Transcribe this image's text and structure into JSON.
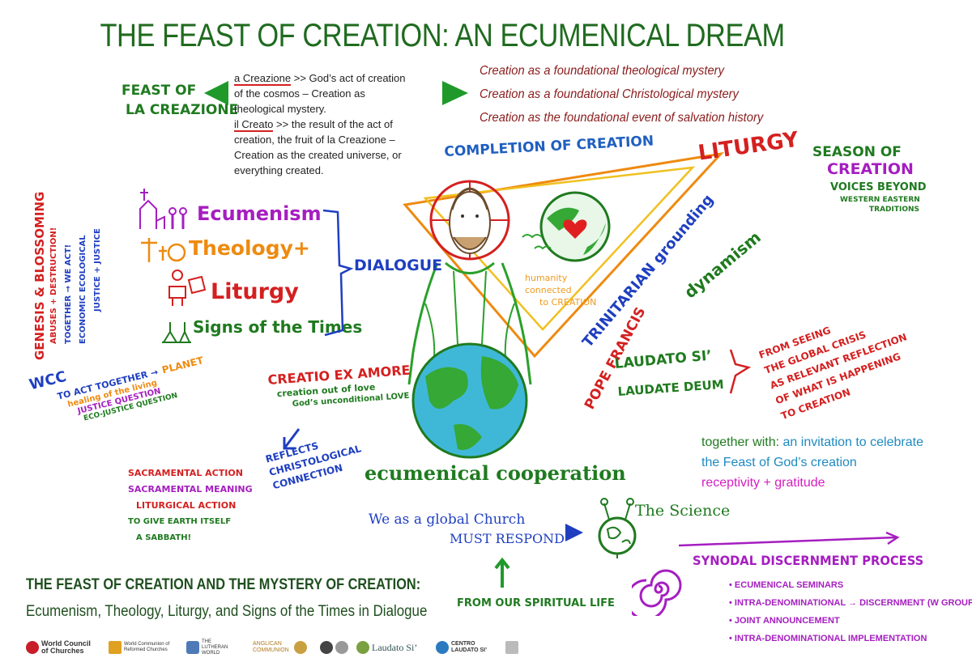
{
  "title": "THE FEAST OF CREATION: AN ECUMENICAL DREAM",
  "feast_of": [
    "FEAST OF",
    "LA CREAZIONE"
  ],
  "creazione": {
    "term1": "a Creazione",
    "line1": " >> God’s act of creation",
    "line2": "of the cosmos – Creation as",
    "line3": "theological mystery.",
    "term2": "il Creato",
    "line4": " >> the result of the act of",
    "line5": "creation, the fruit of la Creazione –",
    "line6": "Creation as the created universe, or",
    "line7": "everything created."
  },
  "mysteries": [
    "Creation as a foundational theological mystery",
    "Creation as a foundational Christological mystery",
    "Creation as the foundational event of salvation history"
  ],
  "completion": "COMPLETION OF CREATION",
  "liturgy_top": "LITURGY",
  "season": {
    "line1": "SEASON OF",
    "line2": "CREATION",
    "line3": "VOICES BEYOND",
    "line4": "WESTERN EASTERN",
    "line5": "TRADITIONS"
  },
  "vertical_left": {
    "a": "GENESIS & BLOSSOMING",
    "b": "ABUSES + DESTRUCTION!",
    "c": "TOGETHER → WE ACT!",
    "d": "ECONOMIC  ECOLOGICAL",
    "e": "JUSTICE + JUSTICE"
  },
  "pillars": [
    "Ecumenism",
    "Theology+",
    "Liturgy",
    "Signs of the Times"
  ],
  "dialogue": "DIALOGUE",
  "humanity": [
    "humanity",
    "connected",
    "to CREATION"
  ],
  "trinitarian": "TRINITARIAN grounding",
  "dynamism": "dynamism",
  "pope": "POPE FRANCIS",
  "laudato": [
    "LAUDATO SI’",
    "LAUDATE DEUM"
  ],
  "seeing": [
    "FROM SEEING",
    "THE GLOBAL CRISIS",
    "AS RELEVANT REFLECTION",
    "OF WHAT IS HAPPENING",
    "TO CREATION"
  ],
  "together": {
    "prefix": "together with:",
    "a": "an invitation to celebrate",
    "b": "the Feast of God’s creation",
    "c": "receptivity + gratitude"
  },
  "wcc": [
    "WCC",
    "TO ACT TOGETHER →",
    "PLANET",
    "healing of the living",
    "JUSTICE QUESTION",
    "ECO-JUSTICE QUESTION"
  ],
  "creatio": [
    "CREATIO EX AMORE",
    "creation out of love",
    "God’s unconditional LOVE"
  ],
  "reflects": [
    "REFLECTS",
    "CHRISTOLOGICAL",
    "CONNECTION"
  ],
  "ecumenical": "ecumenical cooperation",
  "sacramental": [
    "SACRAMENTAL ACTION",
    "SACRAMENTAL MEANING",
    "LITURGICAL ACTION",
    "TO GIVE EARTH ITSELF",
    "A SABBATH!"
  ],
  "global": [
    "We as a global Church",
    "MUST RESPOND"
  ],
  "science": "The Science",
  "spiritual": "FROM OUR SPIRITUAL LIFE",
  "synodal": {
    "title": "SYNODAL DISCERNMENT PROCESS",
    "items": [
      "ECUMENICAL SEMINARS",
      "INTRA-DENOMINATIONAL → DISCERNMENT (W GROUPS)",
      "JOINT ANNOUNCEMENT",
      "INTRA-DENOMINATIONAL IMPLEMENTATION"
    ]
  },
  "bottom_title": "THE FEAST OF CREATION AND THE MYSTERY OF CREATION:",
  "bottom_subtitle": "Ecumenism, Theology, Liturgy, and Signs of the Times in Dialogue",
  "logos": [
    "World Council of Churches",
    "World Communion of Reformed Churches",
    "THE LUTHERAN WORLD",
    "ANGLICAN COMMUNION",
    "Laudato Si’",
    "CENTRO LAUDATO SI’"
  ],
  "colors": {
    "green": "#1f7a1f",
    "red": "#d42020",
    "blue": "#1f3fc0",
    "orange": "#ee8a10",
    "purple": "#a51ec0",
    "dark_red": "#8a1c1c"
  }
}
